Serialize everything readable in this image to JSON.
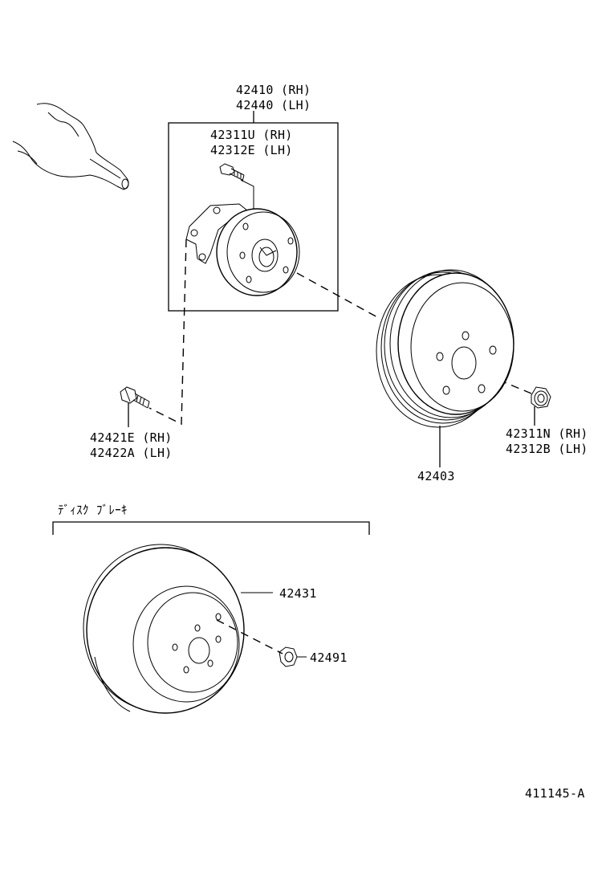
{
  "parts": {
    "hub_assembly": {
      "line1": "42410 (RH)",
      "line2": "42440 (LH)"
    },
    "hub_bolt": {
      "line1": "42311U (RH)",
      "line2": "42312E (LH)"
    },
    "mount_bolt": {
      "line1": "42421E (RH)",
      "line2": "42422A (LH)"
    },
    "drum": {
      "line1": "42403"
    },
    "drum_nut": {
      "line1": "42311N (RH)",
      "line2": "42312B (LH)"
    },
    "disc_rotor": {
      "line1": "42431"
    },
    "disc_plug": {
      "line1": "42491"
    }
  },
  "section": {
    "disc_brake_title": "ﾃﾞｨｽｸ ﾌﾞﾚｰｷ"
  },
  "figure_code": "411145-A"
}
